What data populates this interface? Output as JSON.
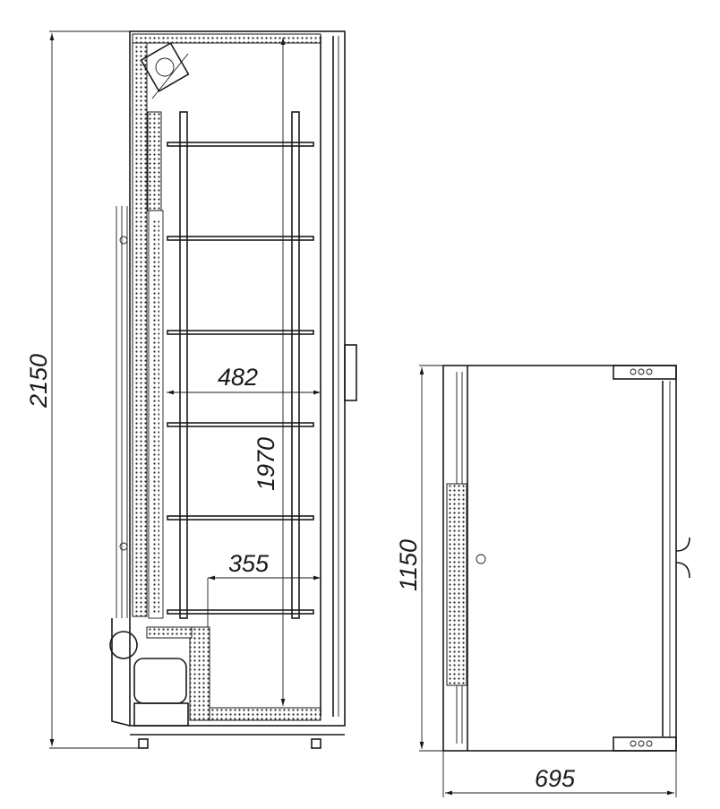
{
  "drawing": {
    "side_view": {
      "overall_height": "2150",
      "interior_width": "482",
      "interior_height": "1970",
      "lower_width": "355"
    },
    "top_view": {
      "depth": "1150",
      "width": "695"
    }
  }
}
